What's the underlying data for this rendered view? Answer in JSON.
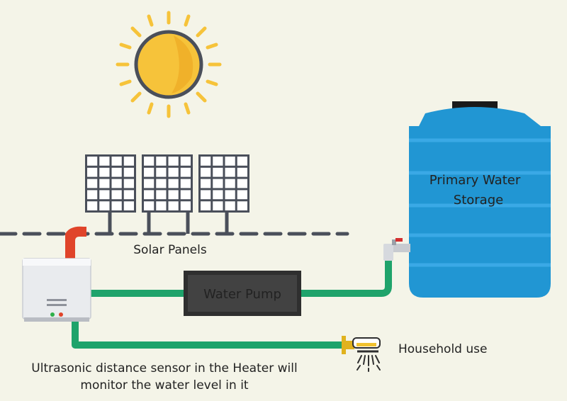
{
  "labels": {
    "tank": [
      "Primary Water",
      "Storage"
    ],
    "panels": "Solar Panels",
    "pump": "Water Pump",
    "household": "Household use",
    "sensor_note": [
      "Ultrasonic distance sensor in the Heater will",
      "monitor the water level in it"
    ]
  },
  "colors": {
    "background": "#f4f4e8",
    "pipe": "#1fa36b",
    "tank": "#2196d3",
    "pump": "#2f2f2f",
    "sun": "#f6c33a",
    "panel": "#6b7686"
  }
}
